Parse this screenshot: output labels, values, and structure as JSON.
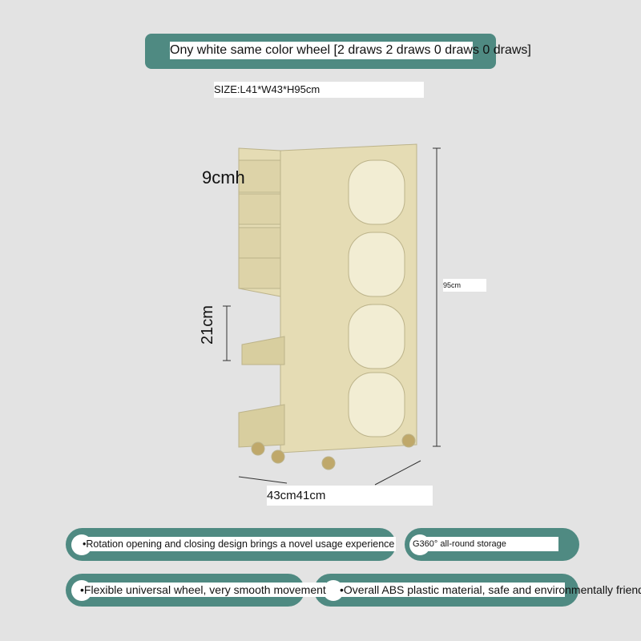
{
  "header": {
    "variant_text": "Ony white   same color wheel [2 draws   2 draws   0 draws   0 draws]",
    "size_text": "SIZE:L41*W43*H95cm"
  },
  "dimensions": {
    "drawer_height": "9cmh",
    "shelf_height": "21cm",
    "total_height": "95cm",
    "base": "43cm41cm"
  },
  "features": [
    "•Rotation opening and closing design brings a novel usage experience",
    "G360° all-round storage",
    "•Flexible universal wheel, very smooth movement",
    "•Overall ABS plastic material, safe and environmentally friendly"
  ],
  "colors": {
    "teal": "#4f8a82",
    "cart": "#e5dcb4",
    "background": "#e3e3e3"
  }
}
